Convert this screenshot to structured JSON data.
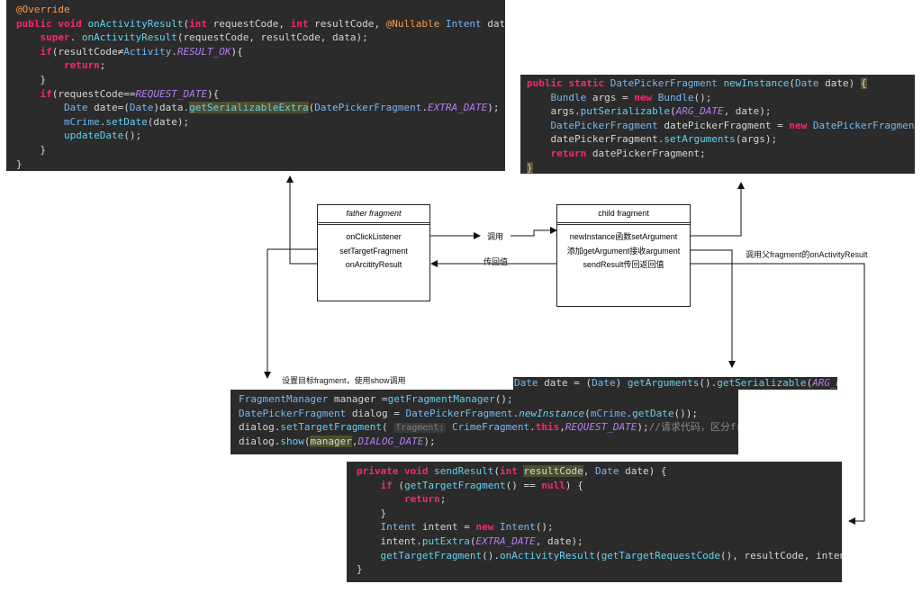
{
  "code_top_left": [
    [
      [
        "a",
        "@Override"
      ]
    ],
    [
      [
        "k",
        "public "
      ],
      [
        "k",
        "void "
      ],
      [
        "f",
        "onActivityResult"
      ],
      [
        "",
        "("
      ],
      [
        "k",
        "int "
      ],
      [
        "",
        "requestCode, "
      ],
      [
        "k",
        "int "
      ],
      [
        "",
        "resultCode, "
      ],
      [
        "a",
        "@Nullable "
      ],
      [
        "t",
        "Intent "
      ],
      [
        "",
        "data) {"
      ]
    ],
    [
      [
        "",
        "    "
      ],
      [
        "k",
        "super"
      ],
      [
        "",
        ". "
      ],
      [
        "f",
        "onActivityResult"
      ],
      [
        "",
        "(requestCode, resultCode, data);"
      ]
    ],
    [
      [
        "",
        "    "
      ],
      [
        "k",
        "if"
      ],
      [
        "",
        "(resultCode≠"
      ],
      [
        "t",
        "Activity"
      ],
      [
        "",
        "."
      ],
      [
        "c",
        "RESULT_OK"
      ],
      [
        "",
        "){"
      ]
    ],
    [
      [
        "",
        "        "
      ],
      [
        "k",
        "return"
      ],
      [
        "",
        ";"
      ]
    ],
    [
      [
        "",
        "    }"
      ]
    ],
    [
      [
        "",
        "    "
      ],
      [
        "k",
        "if"
      ],
      [
        "",
        "(requestCode=="
      ],
      [
        "c",
        "REQUEST_DATE"
      ],
      [
        "",
        "){"
      ]
    ],
    [
      [
        "",
        "        "
      ],
      [
        "t",
        "Date "
      ],
      [
        "",
        "date=("
      ],
      [
        "t",
        "Date"
      ],
      [
        "",
        ")data."
      ],
      [
        "fhl",
        "getSerializableExtra"
      ],
      [
        "",
        "("
      ],
      [
        "t",
        "DatePickerFragment"
      ],
      [
        "",
        "."
      ],
      [
        "c",
        "EXTRA_DATE"
      ],
      [
        "",
        ");"
      ]
    ],
    [
      [
        "",
        "        "
      ],
      [
        "m",
        "mCrime"
      ],
      [
        "",
        "."
      ],
      [
        "f",
        "setDate"
      ],
      [
        "",
        "(date);"
      ]
    ],
    [
      [
        "",
        "        "
      ],
      [
        "f",
        "updateDate"
      ],
      [
        "",
        "();"
      ]
    ],
    [
      [
        "",
        "    }"
      ]
    ],
    [
      [
        "",
        "}"
      ]
    ]
  ],
  "code_top_right": [
    [
      [
        "k",
        "public "
      ],
      [
        "k",
        "static "
      ],
      [
        "t",
        "DatePickerFragment "
      ],
      [
        "f",
        "newInstance"
      ],
      [
        "",
        "("
      ],
      [
        "t",
        "Date "
      ],
      [
        "",
        "date) "
      ],
      [
        "hl2",
        "{"
      ]
    ],
    [
      [
        "",
        "    "
      ],
      [
        "t",
        "Bundle "
      ],
      [
        "",
        "args = "
      ],
      [
        "k",
        "new "
      ],
      [
        "t",
        "Bundle"
      ],
      [
        "",
        "();"
      ]
    ],
    [
      [
        "",
        "    args."
      ],
      [
        "f",
        "putSerializable"
      ],
      [
        "",
        "("
      ],
      [
        "c",
        "ARG_DATE"
      ],
      [
        "",
        ", date);"
      ]
    ],
    [
      [
        "",
        "    "
      ],
      [
        "t",
        "DatePickerFragment "
      ],
      [
        "",
        "datePickerFragment = "
      ],
      [
        "k",
        "new "
      ],
      [
        "t",
        "DatePickerFragment"
      ],
      [
        "",
        "();"
      ]
    ],
    [
      [
        "",
        "    datePickerFragment."
      ],
      [
        "f",
        "setArguments"
      ],
      [
        "",
        "(args);"
      ]
    ],
    [
      [
        "",
        "    "
      ],
      [
        "k",
        "return "
      ],
      [
        "",
        "datePickerFragment;"
      ]
    ],
    [
      [
        "hl2",
        "}"
      ]
    ]
  ],
  "code_middle_strip": [
    [
      [
        "t",
        "Date "
      ],
      [
        "",
        "date = ("
      ],
      [
        "t",
        "Date"
      ],
      [
        "",
        ") "
      ],
      [
        "f",
        "getArguments"
      ],
      [
        "",
        "()."
      ],
      [
        "f",
        "getSerializable"
      ],
      [
        "",
        "("
      ],
      [
        "c",
        "ARG_DATE"
      ],
      [
        "",
        ");"
      ]
    ]
  ],
  "code_middle": [
    [
      [
        "t",
        "FragmentManager "
      ],
      [
        "",
        "manager ="
      ],
      [
        "f",
        "getFragmentManager"
      ],
      [
        "",
        "();"
      ]
    ],
    [
      [
        "t",
        "DatePickerFragment "
      ],
      [
        "",
        "dialog = "
      ],
      [
        "t",
        "DatePickerFragment"
      ],
      [
        "",
        "."
      ],
      [
        "fi",
        "newInstance"
      ],
      [
        "",
        "("
      ],
      [
        "m",
        "mCrime"
      ],
      [
        "",
        "."
      ],
      [
        "f",
        "getDate"
      ],
      [
        "",
        "());"
      ]
    ],
    [
      [
        "",
        "dialog."
      ],
      [
        "f",
        "setTargetFragment"
      ],
      [
        "",
        "( "
      ],
      [
        "hint",
        "fragment:"
      ],
      [
        "",
        ""
      ],
      [
        "t",
        " CrimeFragment"
      ],
      [
        "",
        "."
      ],
      [
        "k",
        "this"
      ],
      [
        "",
        ","
      ],
      [
        "c",
        "REQUEST_DATE"
      ],
      [
        "",
        ");"
      ],
      [
        "cm",
        "//请求代码，区分fragment"
      ]
    ],
    [
      [
        "",
        "dialog."
      ],
      [
        "f",
        "show"
      ],
      [
        "",
        "("
      ],
      [
        "hl",
        "manager"
      ],
      [
        "",
        ","
      ],
      [
        "c",
        "DIALOG_DATE"
      ],
      [
        "",
        ");"
      ]
    ]
  ],
  "code_bottom": [
    [
      [
        "k",
        "private "
      ],
      [
        "k",
        "void "
      ],
      [
        "f",
        "sendResult"
      ],
      [
        "",
        "("
      ],
      [
        "k",
        "int "
      ],
      [
        "hl",
        "resultCode"
      ],
      [
        "",
        ", "
      ],
      [
        "t",
        "Date "
      ],
      [
        "",
        "date) {"
      ]
    ],
    [
      [
        "",
        "    "
      ],
      [
        "k",
        "if "
      ],
      [
        "",
        "("
      ],
      [
        "f",
        "getTargetFragment"
      ],
      [
        "",
        "() == "
      ],
      [
        "k",
        "null"
      ],
      [
        "",
        ") {"
      ]
    ],
    [
      [
        "",
        "        "
      ],
      [
        "k",
        "return"
      ],
      [
        "",
        ";"
      ]
    ],
    [
      [
        "",
        "    }"
      ]
    ],
    [
      [
        "",
        "    "
      ],
      [
        "t",
        "Intent "
      ],
      [
        "",
        "intent = "
      ],
      [
        "k",
        "new "
      ],
      [
        "t",
        "Intent"
      ],
      [
        "",
        "();"
      ]
    ],
    [
      [
        "",
        "    intent."
      ],
      [
        "f",
        "putExtra"
      ],
      [
        "",
        "("
      ],
      [
        "c",
        "EXTRA_DATE"
      ],
      [
        "",
        ", date);"
      ]
    ],
    [
      [
        "",
        "    "
      ],
      [
        "f",
        "getTargetFragment"
      ],
      [
        "",
        "()."
      ],
      [
        "f",
        "onActivityResult"
      ],
      [
        "",
        "("
      ],
      [
        "f",
        "getTargetRequestCode"
      ],
      [
        "",
        "(), resultCode, intent);"
      ]
    ],
    [
      [
        "",
        "}"
      ]
    ]
  ],
  "father": {
    "title": "father fragment",
    "items": [
      "onClickListener",
      "setTargetFragment",
      "onArcitityResult"
    ]
  },
  "child": {
    "title": "child fragment",
    "items": [
      "newInstance函数setArgument",
      "添加getArgument接收argument",
      "sendResult传回返回值"
    ]
  },
  "labels": {
    "call": "调用",
    "return_value": "传回值",
    "call_parent": "调用父fragment的onActivityResult",
    "set_target": "设置目标fragment，使用show调用"
  }
}
